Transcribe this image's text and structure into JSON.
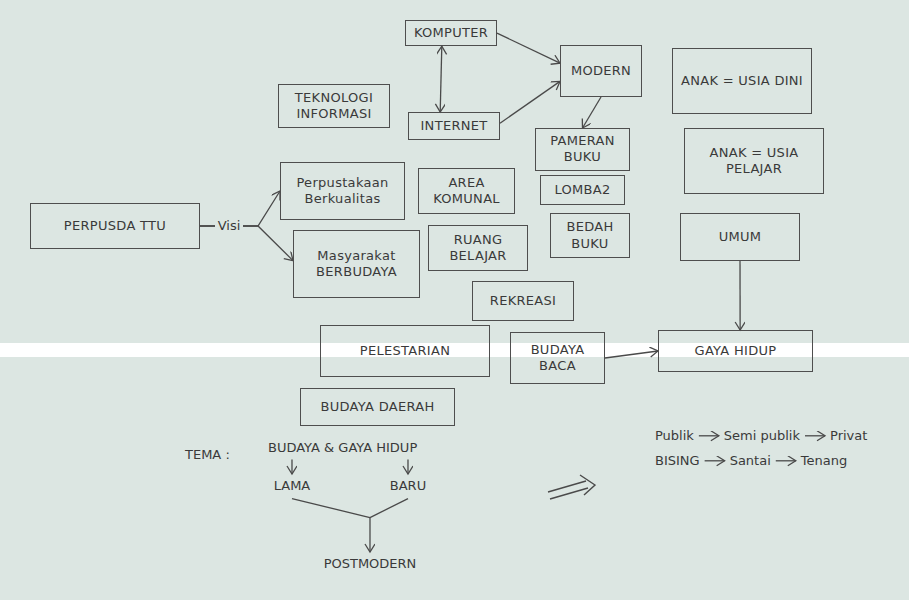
{
  "diagram": {
    "nodes": [
      {
        "text": [
          "KOMPUTER"
        ]
      },
      {
        "text": [
          "MODERN"
        ]
      },
      {
        "text": [
          "ANAK = USIA DINI"
        ]
      },
      {
        "text": [
          "TEKNOLOGI INFORMASI"
        ]
      },
      {
        "text": [
          "INTERNET"
        ]
      },
      {
        "text": [
          "PAMERAN BUKU"
        ]
      },
      {
        "text": [
          "ANAK = USIA PELAJAR"
        ]
      },
      {
        "text": [
          "Perpustakaan Berkualitas"
        ]
      },
      {
        "text": [
          "AREA KOMUNAL"
        ]
      },
      {
        "text": [
          "LOMBA2"
        ]
      },
      {
        "text": [
          "PERPUSDA TTU"
        ]
      },
      {
        "text": [
          "Masyarakat BERBUDAYA"
        ]
      },
      {
        "text": [
          "RUANG BELAJAR"
        ]
      },
      {
        "text": [
          "BEDAH BUKU"
        ]
      },
      {
        "text": [
          "UMUM"
        ]
      },
      {
        "text": [
          "REKREASI"
        ]
      },
      {
        "text": [
          "PELESTARIAN"
        ]
      },
      {
        "text": [
          "BUDAYA BACA"
        ]
      },
      {
        "text": [
          "GAYA HIDUP"
        ]
      },
      {
        "text": [
          "BUDAYA DAERAH"
        ]
      }
    ],
    "edges": [
      {
        "from": 0,
        "to": 4,
        "arrow": "both"
      },
      {
        "from": 0,
        "to": 1,
        "arrow": "to"
      },
      {
        "from": 4,
        "to": 1,
        "arrow": "to"
      },
      {
        "from": 1,
        "to": 5,
        "arrow": "to"
      },
      {
        "from": 10,
        "to": 7,
        "arrow": "to"
      },
      {
        "from": 10,
        "to": 11,
        "arrow": "to"
      },
      {
        "from": 14,
        "to": 18,
        "arrow": "to"
      },
      {
        "from": 17,
        "to": 18,
        "arrow": "to"
      }
    ],
    "labels": [
      "Visi",
      "TEMA :",
      "BUDAYA & GAYA HIDUP",
      "LAMA",
      "BARU",
      "POSTMODERN",
      "Publik",
      "Semi publik",
      "Privat",
      "BISING",
      "Santai",
      "Tenang"
    ]
  }
}
